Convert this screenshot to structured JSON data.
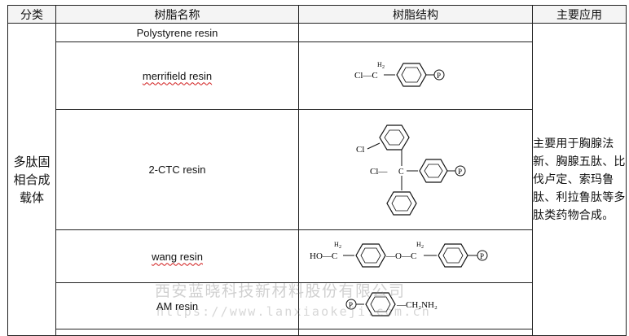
{
  "table": {
    "headers": [
      "分类",
      "树脂名称",
      "树脂结构",
      "主要应用"
    ],
    "category": "多肽固相合成载体",
    "application": "主要用于胸腺法新、胸腺五肽、比伐卢定、索玛鲁肽、利拉鲁肽等多肽类药物合成。",
    "resins": [
      {
        "name": "Polystyrene resin"
      },
      {
        "name": "merrifield resin"
      },
      {
        "name": "2-CTC resin"
      },
      {
        "name": "wang resin"
      },
      {
        "name": "AM resin"
      }
    ]
  },
  "structures": {
    "merrifield": {
      "left": "Cl—C",
      "h2": "H",
      "sub": "2",
      "bead": "P"
    },
    "ctc": {
      "cl_top": "Cl",
      "cl_left": "Cl—",
      "c": "C",
      "bead": "P"
    },
    "wang": {
      "ho": "HO—C",
      "h2a": "H",
      "sub": "2",
      "o": "—O—C",
      "h2b": "H",
      "bead": "P"
    },
    "am": {
      "bead": "P",
      "tail": "—CH₂NH₂"
    }
  },
  "watermark": {
    "company": "西安蓝晓科技新材料股份有限公司",
    "url": "https://www.lanxiaokeji.com.cn"
  }
}
